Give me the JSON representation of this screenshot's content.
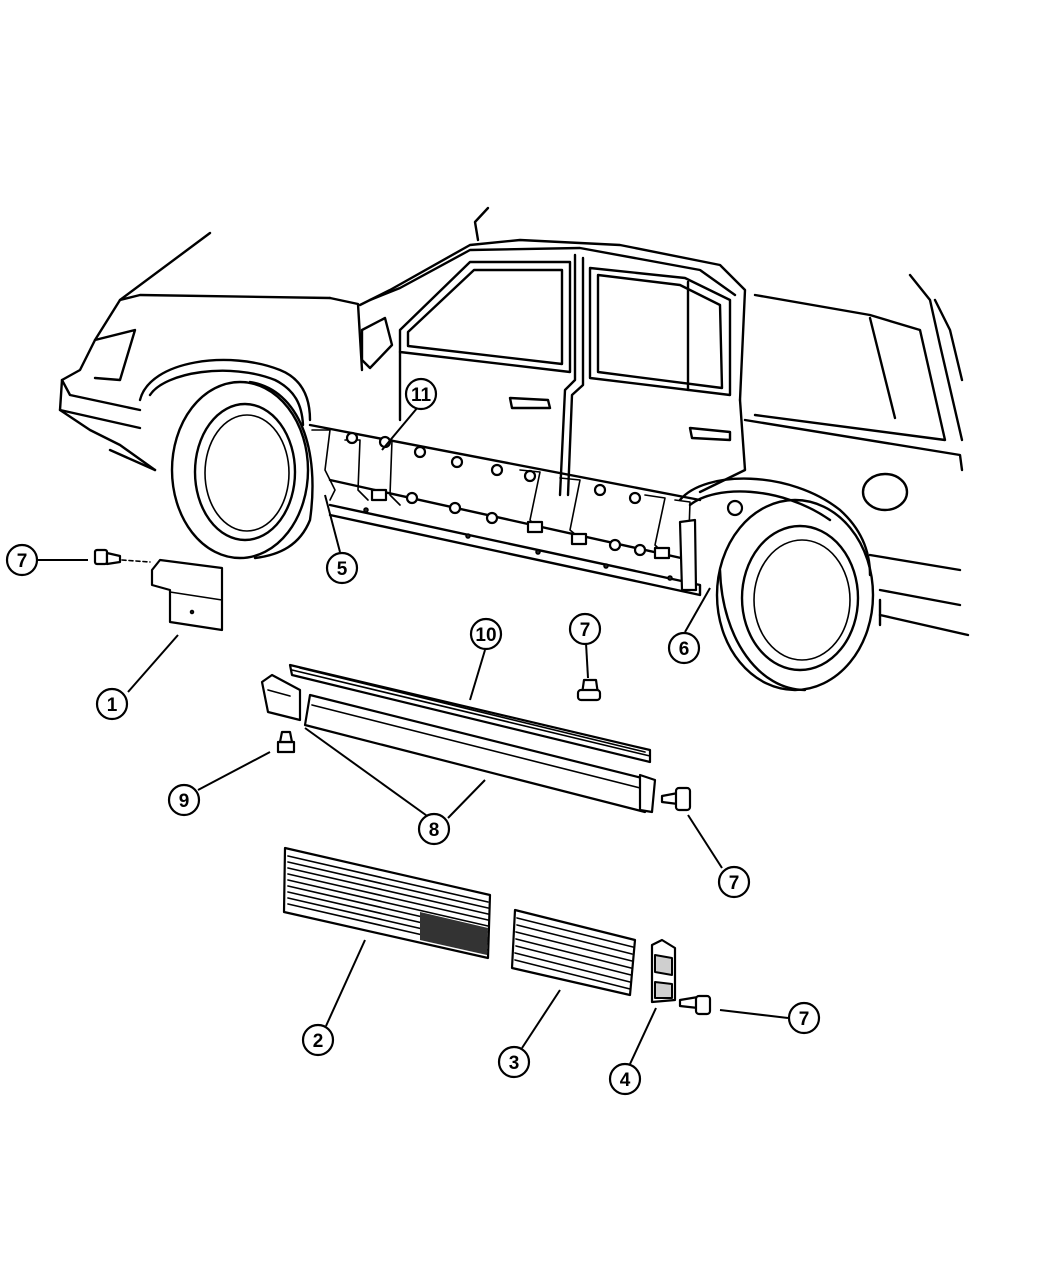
{
  "callouts": [
    {
      "label": "1"
    },
    {
      "label": "2"
    },
    {
      "label": "3"
    },
    {
      "label": "4"
    },
    {
      "label": "5"
    },
    {
      "label": "6"
    },
    {
      "label": "7"
    },
    {
      "label": "7"
    },
    {
      "label": "7"
    },
    {
      "label": "7"
    },
    {
      "label": "8"
    },
    {
      "label": "9"
    },
    {
      "label": "10"
    },
    {
      "label": "11"
    }
  ]
}
